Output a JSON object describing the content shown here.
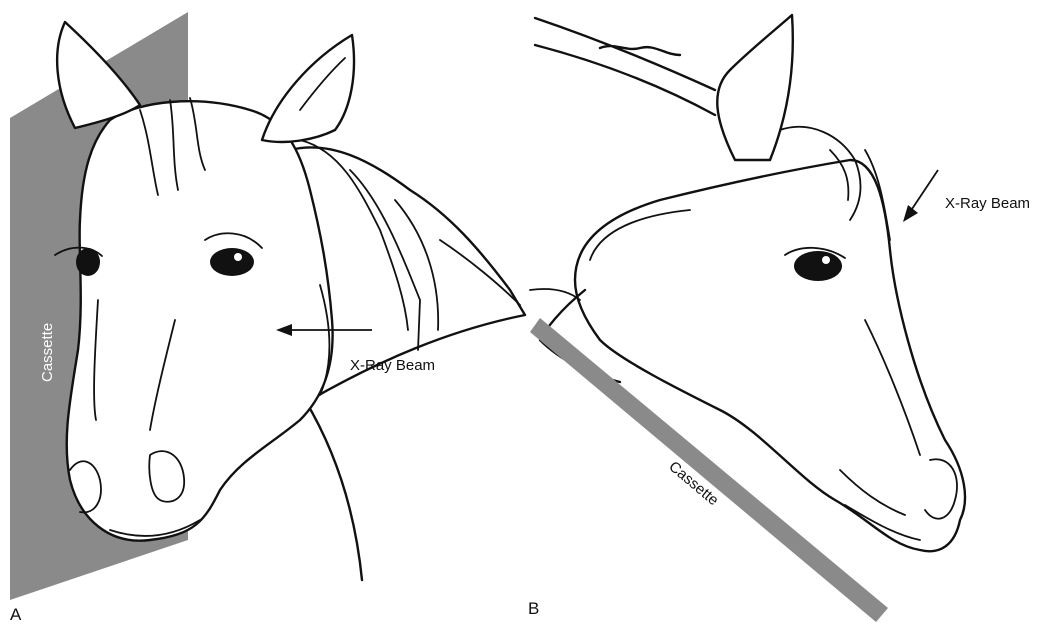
{
  "panels": {
    "a": {
      "letter": "A",
      "cassette_label": "Cassette",
      "beam_label": "X-Ray Beam"
    },
    "b": {
      "letter": "B",
      "cassette_label": "Cassette",
      "beam_label": "X-Ray Beam"
    }
  },
  "colors": {
    "cassette": "#8a8a8a",
    "line": "#111111",
    "background": "#ffffff"
  }
}
